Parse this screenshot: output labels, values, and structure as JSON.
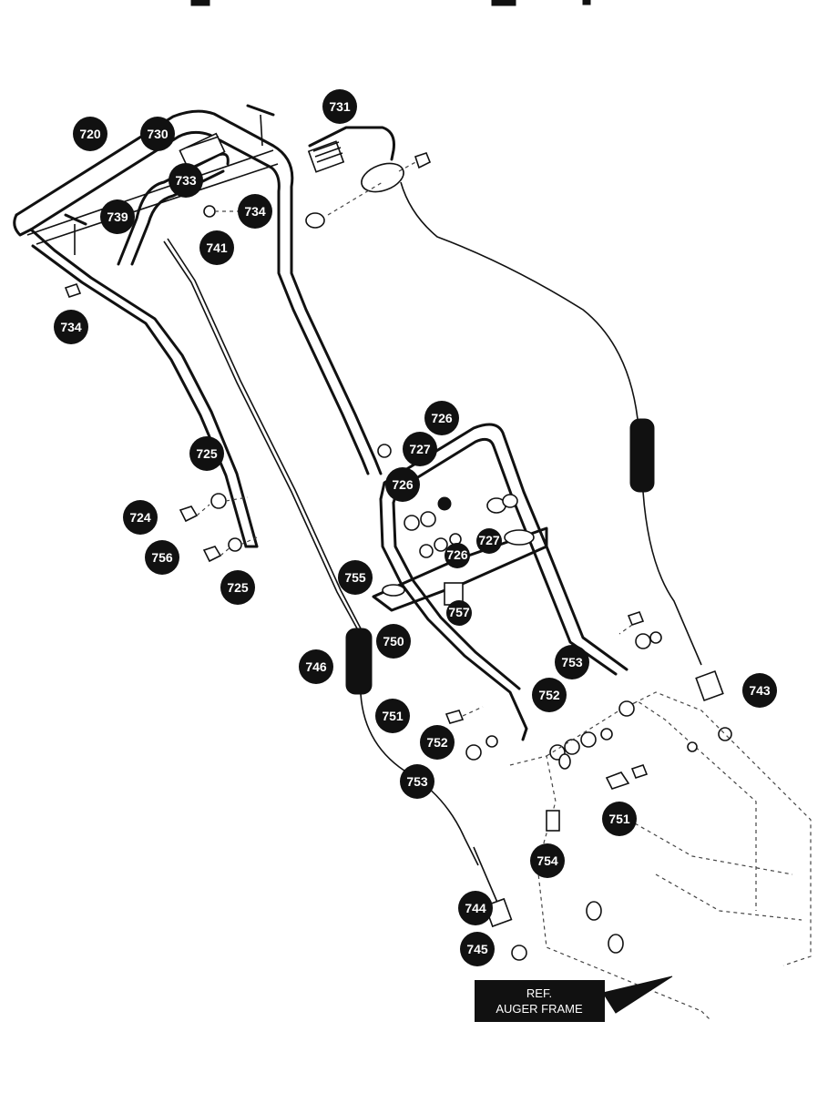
{
  "callouts": [
    {
      "id": "c720",
      "label": "720"
    },
    {
      "id": "c730",
      "label": "730"
    },
    {
      "id": "c731",
      "label": "731"
    },
    {
      "id": "c733",
      "label": "733"
    },
    {
      "id": "c734a",
      "label": "734"
    },
    {
      "id": "c739",
      "label": "739"
    },
    {
      "id": "c741",
      "label": "741"
    },
    {
      "id": "c734b",
      "label": "734"
    },
    {
      "id": "c726a",
      "label": "726"
    },
    {
      "id": "c727",
      "label": "727"
    },
    {
      "id": "c726b",
      "label": "726"
    },
    {
      "id": "c727b",
      "label": "727"
    },
    {
      "id": "c726c",
      "label": "726"
    },
    {
      "id": "c725a",
      "label": "725"
    },
    {
      "id": "c724",
      "label": "724"
    },
    {
      "id": "c756",
      "label": "756"
    },
    {
      "id": "c725b",
      "label": "725"
    },
    {
      "id": "c755",
      "label": "755"
    },
    {
      "id": "c757",
      "label": "757"
    },
    {
      "id": "c750",
      "label": "750"
    },
    {
      "id": "c746",
      "label": "746"
    },
    {
      "id": "c753a",
      "label": "753"
    },
    {
      "id": "c743",
      "label": "743"
    },
    {
      "id": "c752a",
      "label": "752"
    },
    {
      "id": "c751a",
      "label": "751"
    },
    {
      "id": "c752b",
      "label": "752"
    },
    {
      "id": "c753b",
      "label": "753"
    },
    {
      "id": "c751b",
      "label": "751"
    },
    {
      "id": "c754",
      "label": "754"
    },
    {
      "id": "c744",
      "label": "744"
    },
    {
      "id": "c745",
      "label": "745"
    }
  ],
  "reference": {
    "line1": "REF.",
    "line2": "AUGER FRAME"
  }
}
